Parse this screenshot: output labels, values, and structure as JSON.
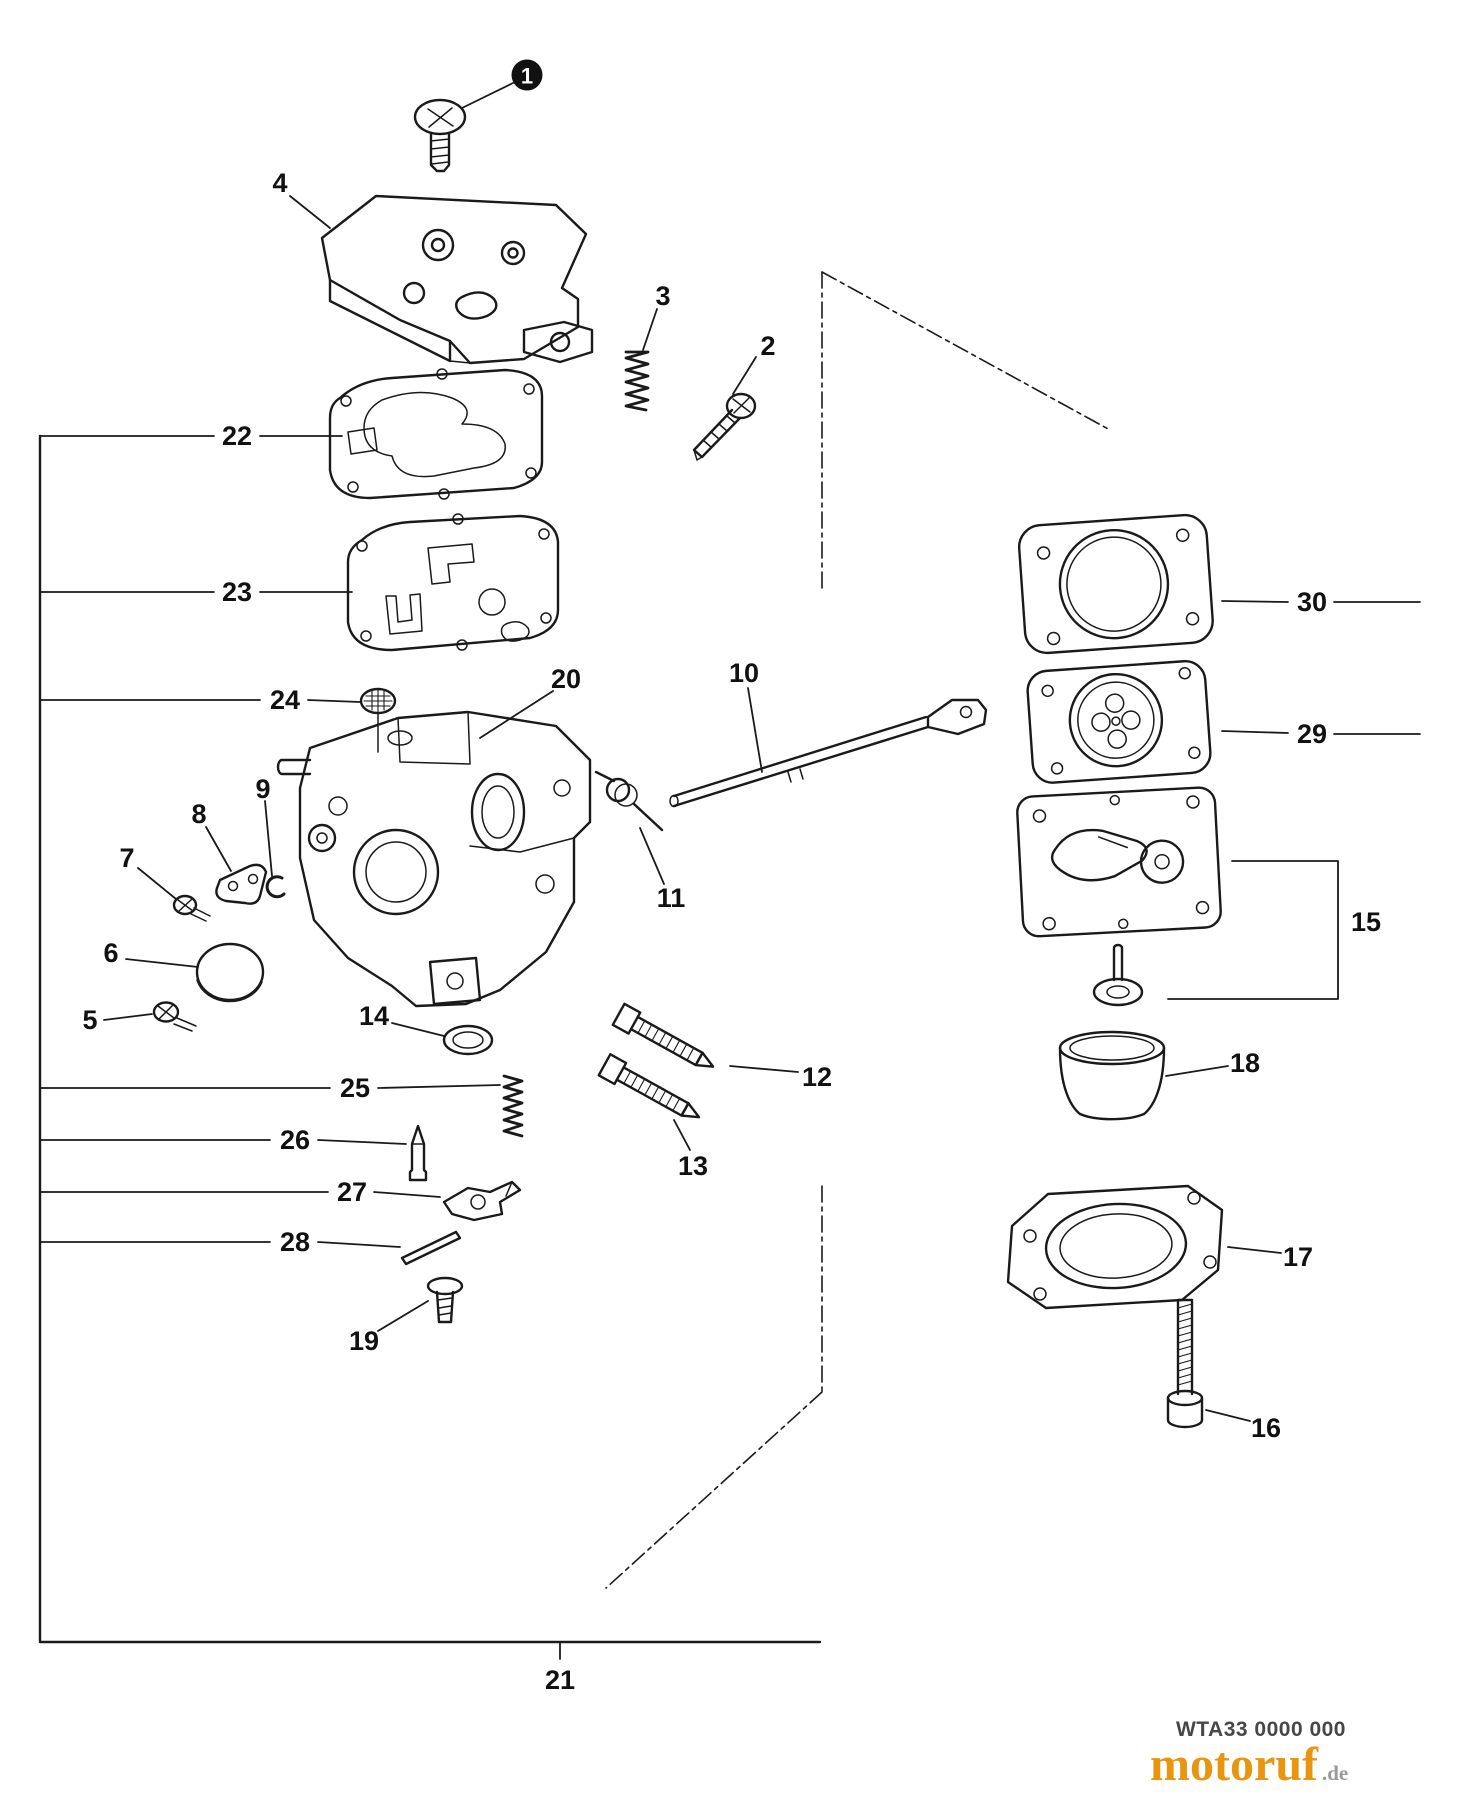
{
  "labels": {
    "n1": "1",
    "n2": "2",
    "n3": "3",
    "n4": "4",
    "n5": "5",
    "n6": "6",
    "n7": "7",
    "n8": "8",
    "n9": "9",
    "n10": "10",
    "n11": "11",
    "n12": "12",
    "n13": "13",
    "n14": "14",
    "n15": "15",
    "n16": "16",
    "n17": "17",
    "n18": "18",
    "n19": "19",
    "n20": "20",
    "n21": "21",
    "n22": "22",
    "n23": "23",
    "n24": "24",
    "n25": "25",
    "n26": "26",
    "n27": "27",
    "n28": "28",
    "n29": "29",
    "n30": "30"
  },
  "footer": {
    "part_code": "WTA33 0000 000",
    "watermark_brand": "motoruf",
    "watermark_suffix": ".de"
  },
  "colors": {
    "line": "#1a1a1a",
    "code": "#474747",
    "watermark": "#E8960F",
    "watermark_suffix": "#999999",
    "badge_bg": "#111111",
    "badge_text": "#ffffff",
    "background": "#ffffff"
  }
}
